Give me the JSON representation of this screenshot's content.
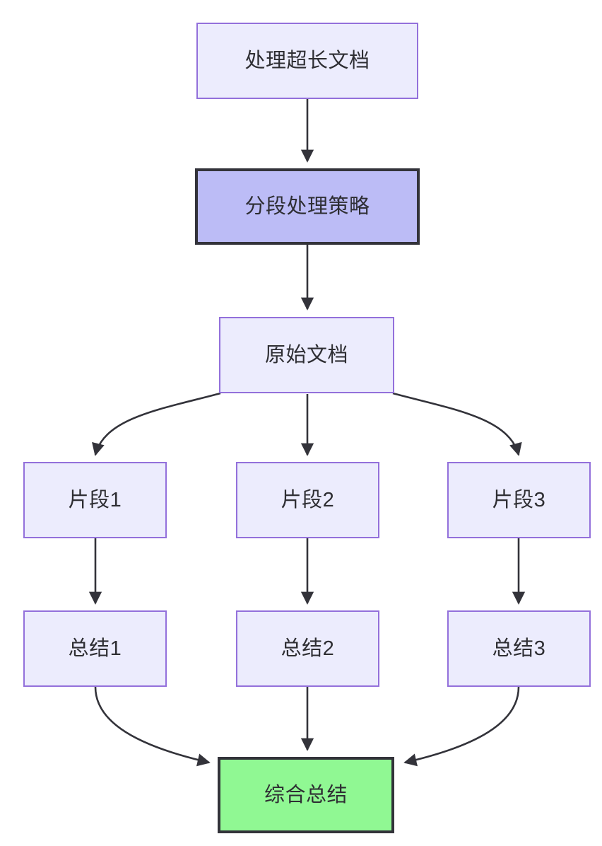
{
  "diagram": {
    "type": "flowchart",
    "direction": "top-to-bottom",
    "background_color": "#ffffff",
    "title_node": "处理超长文档",
    "palette": {
      "plain_fill": "#ececfd",
      "plain_border": "#9370db",
      "strategy_fill": "#bcbcf6",
      "strategy_border": "#33333a",
      "final_fill": "#90f893",
      "final_border": "#33333a",
      "edge_color": "#33333a",
      "text_color": "#2e2e33"
    },
    "nodes": [
      {
        "id": "root",
        "label": "处理超长文档",
        "style": "plain"
      },
      {
        "id": "strategy",
        "label": "分段处理策略",
        "style": "strategy"
      },
      {
        "id": "source",
        "label": "原始文档",
        "style": "plain"
      },
      {
        "id": "chunk1",
        "label": "片段1",
        "style": "plain"
      },
      {
        "id": "chunk2",
        "label": "片段2",
        "style": "plain"
      },
      {
        "id": "chunk3",
        "label": "片段3",
        "style": "plain"
      },
      {
        "id": "summary1",
        "label": "总结1",
        "style": "plain"
      },
      {
        "id": "summary2",
        "label": "总结2",
        "style": "plain"
      },
      {
        "id": "summary3",
        "label": "总结3",
        "style": "plain"
      },
      {
        "id": "final",
        "label": "综合总结",
        "style": "final"
      }
    ],
    "edges": [
      {
        "from": "root",
        "to": "strategy",
        "shape": "straight"
      },
      {
        "from": "strategy",
        "to": "source",
        "shape": "straight"
      },
      {
        "from": "source",
        "to": "chunk1",
        "shape": "curved"
      },
      {
        "from": "source",
        "to": "chunk2",
        "shape": "straight"
      },
      {
        "from": "source",
        "to": "chunk3",
        "shape": "curved"
      },
      {
        "from": "chunk1",
        "to": "summary1",
        "shape": "straight"
      },
      {
        "from": "chunk2",
        "to": "summary2",
        "shape": "straight"
      },
      {
        "from": "chunk3",
        "to": "summary3",
        "shape": "straight"
      },
      {
        "from": "summary1",
        "to": "final",
        "shape": "curved"
      },
      {
        "from": "summary2",
        "to": "final",
        "shape": "straight"
      },
      {
        "from": "summary3",
        "to": "final",
        "shape": "curved"
      }
    ]
  }
}
